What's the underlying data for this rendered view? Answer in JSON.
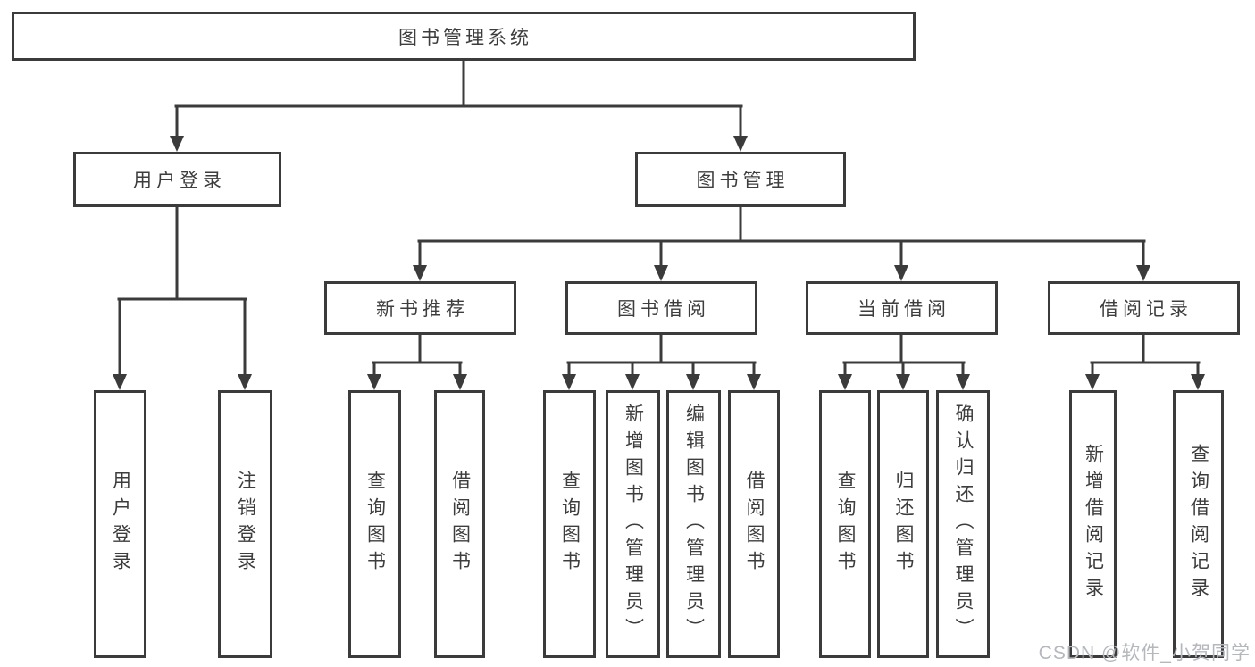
{
  "tree": {
    "label": "图书管理系统",
    "children": [
      {
        "label": "用户登录",
        "children": [
          {
            "label": "用户登录"
          },
          {
            "label": "注销登录"
          }
        ]
      },
      {
        "label": "图书管理",
        "children": [
          {
            "label": "新书推荐",
            "children": [
              {
                "label": "查询图书"
              },
              {
                "label": "借阅图书"
              }
            ]
          },
          {
            "label": "图书借阅",
            "children": [
              {
                "label": "查询图书"
              },
              {
                "label": "新增图书（管理员）"
              },
              {
                "label": "编辑图书（管理员）"
              },
              {
                "label": "借阅图书"
              }
            ]
          },
          {
            "label": "当前借阅",
            "children": [
              {
                "label": "查询图书"
              },
              {
                "label": "归还图书"
              },
              {
                "label": "确认归还（管理员）"
              }
            ]
          },
          {
            "label": "借阅记录",
            "children": [
              {
                "label": "新增借阅记录"
              },
              {
                "label": "查询借阅记录"
              }
            ]
          }
        ]
      }
    ]
  },
  "watermark": {
    "text": "CSDN @软件_小贺同学"
  },
  "colors": {
    "line": "#3b3b3b",
    "text": "#3d3d3d",
    "watermark": "#b4b8bd",
    "background": "#ffffff"
  }
}
